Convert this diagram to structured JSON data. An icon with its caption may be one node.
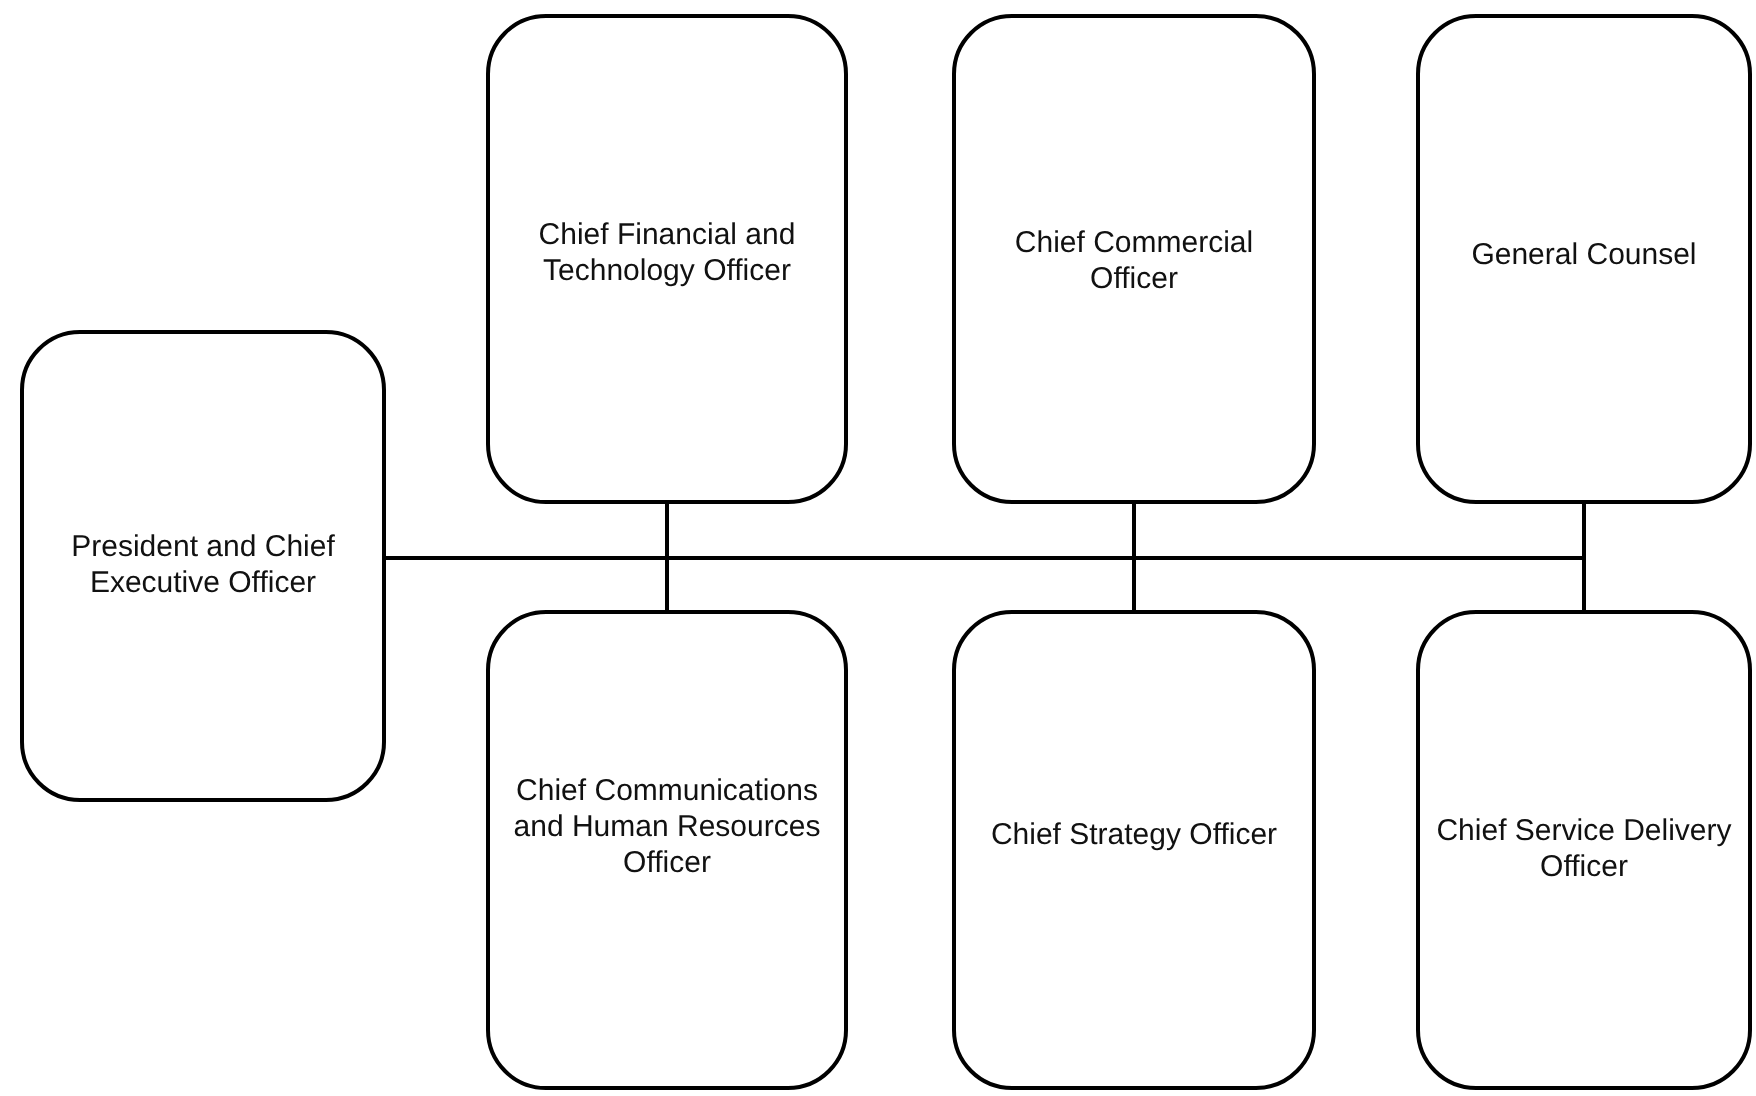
{
  "diagram": {
    "nodes": [
      {
        "text": [
          "President and Chief Executive Officer"
        ]
      },
      {
        "text": [
          "Chief Financial and Technology Officer"
        ]
      },
      {
        "text": [
          "Chief Commercial Officer"
        ]
      },
      {
        "text": [
          "General Counsel"
        ]
      },
      {
        "text": [
          "Chief Communications and Human Resources Officer"
        ]
      },
      {
        "text": [
          "Chief Strategy Officer"
        ]
      },
      {
        "text": [
          "Chief Service Delivery Officer"
        ]
      }
    ],
    "edges": [
      {
        "from": 0,
        "to": 1,
        "arrow": "none"
      },
      {
        "from": 0,
        "to": 2,
        "arrow": "none"
      },
      {
        "from": 0,
        "to": 3,
        "arrow": "none"
      },
      {
        "from": 0,
        "to": 4,
        "arrow": "none"
      },
      {
        "from": 0,
        "to": 5,
        "arrow": "none"
      },
      {
        "from": 0,
        "to": 6,
        "arrow": "none"
      }
    ]
  }
}
